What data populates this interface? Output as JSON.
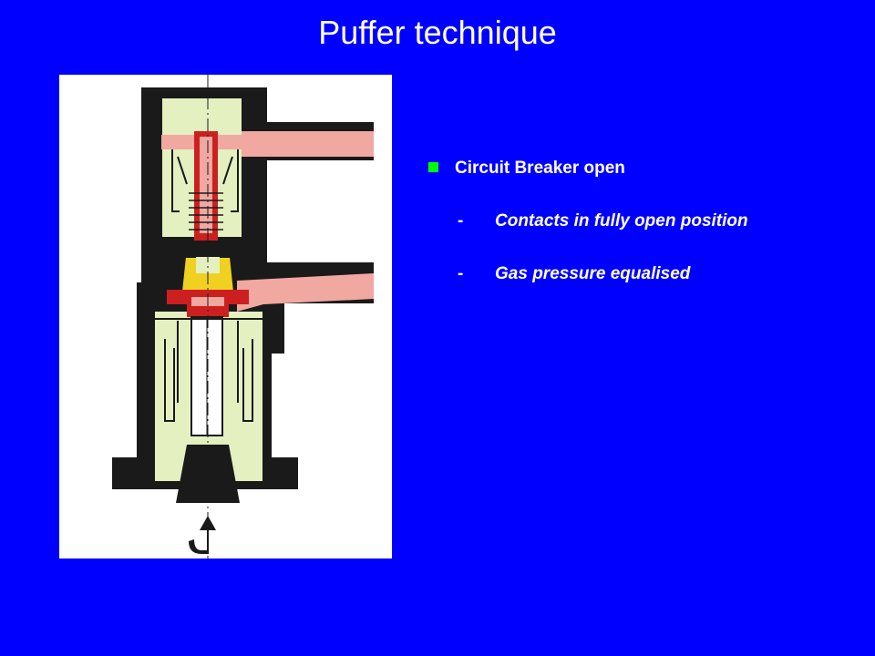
{
  "slide": {
    "title": "Puffer technique"
  },
  "bullets": {
    "main": "Circuit Breaker open",
    "marker_color": "#00ff00",
    "dash": "-",
    "items": [
      "Contacts in fully open position",
      "Gas pressure equalised"
    ]
  },
  "colors": {
    "background": "#0000ff",
    "text": "#ffffff",
    "housing": "#1a1a1a",
    "gas_fill": "#e4f0c0",
    "conductor": "#f0a8a0",
    "contact_red": "#cc2020",
    "nozzle_yellow": "#f0d020"
  }
}
